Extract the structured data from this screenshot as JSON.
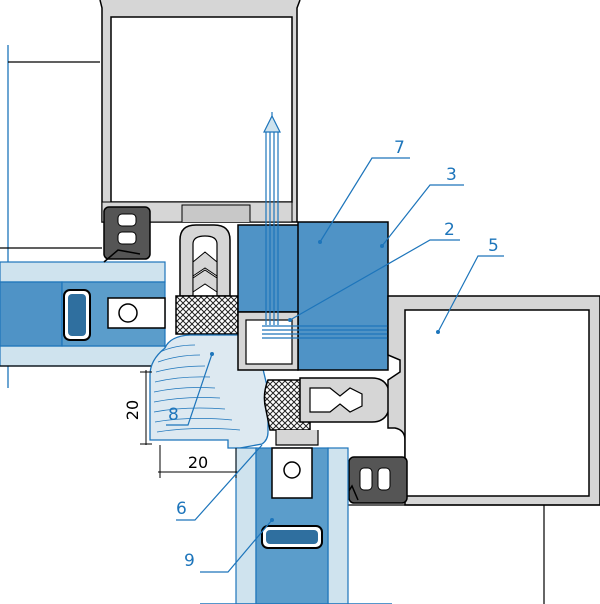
{
  "colors": {
    "profile": "#d6d6d6",
    "glass": "#cfe3ee",
    "blue_block": "#4f93c6",
    "callout": "#1d75bb",
    "gasket": "#444444"
  },
  "labels": {
    "l7": "7",
    "l3": "3",
    "l2": "2",
    "l5": "5",
    "l8": "8",
    "l6": "6",
    "l9": "9"
  },
  "dimensions": {
    "vertical": "20",
    "horizontal": "20"
  }
}
